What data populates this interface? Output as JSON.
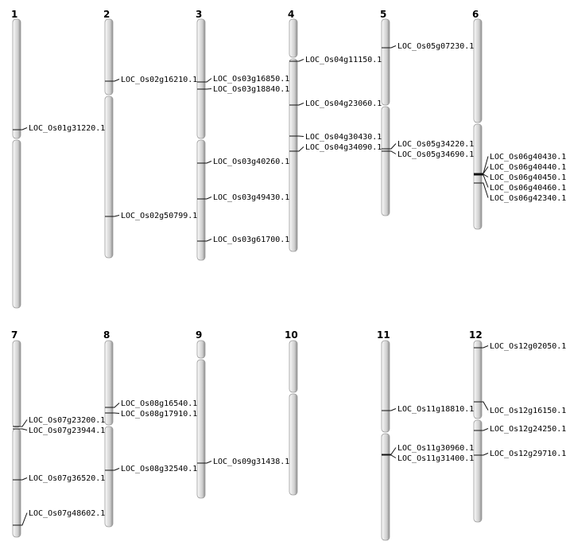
{
  "figure": {
    "title": "Rice chromosome gene location map",
    "chromosomes": [
      {
        "id": "1",
        "label": "1",
        "genes": [
          {
            "name": "LOC_Os01g31220.1"
          }
        ]
      },
      {
        "id": "2",
        "label": "2",
        "genes": [
          {
            "name": "LOC_Os02g16210.1"
          },
          {
            "name": "LOC_Os02g50799.1"
          }
        ]
      },
      {
        "id": "3",
        "label": "3",
        "genes": [
          {
            "name": "LOC_Os03g16850.1"
          },
          {
            "name": "LOC_Os03g18840.1"
          },
          {
            "name": "LOC_Os03g40260.1"
          },
          {
            "name": "LOC_Os03g49430.1"
          },
          {
            "name": "LOC_Os03g61700.1"
          }
        ]
      },
      {
        "id": "4",
        "label": "4",
        "genes": [
          {
            "name": "LOC_Os04g11150.1"
          },
          {
            "name": "LOC_Os04g23060.1"
          },
          {
            "name": "LOC_Os04g30430.1"
          },
          {
            "name": "LOC_Os04g34090.1"
          }
        ]
      },
      {
        "id": "5",
        "label": "5",
        "genes": [
          {
            "name": "LOC_Os05g07230.1"
          },
          {
            "name": "LOC_Os05g34220.1"
          },
          {
            "name": "LOC_Os05g34690.1"
          }
        ]
      },
      {
        "id": "6",
        "label": "6",
        "genes": [
          {
            "name": "LOC_Os06g40430.1"
          },
          {
            "name": "LOC_Os06g40440.1"
          },
          {
            "name": "LOC_Os06g40450.1"
          },
          {
            "name": "LOC_Os06g40460.1"
          },
          {
            "name": "LOC_Os06g42340.1"
          }
        ]
      },
      {
        "id": "7",
        "label": "7",
        "genes": [
          {
            "name": "LOC_Os07g23200.1"
          },
          {
            "name": "LOC_Os07g23944.1"
          },
          {
            "name": "LOC_Os07g36520.1"
          },
          {
            "name": "LOC_Os07g48602.1"
          }
        ]
      },
      {
        "id": "8",
        "label": "8",
        "genes": [
          {
            "name": "LOC_Os08g16540.1"
          },
          {
            "name": "LOC_Os08g17910.1"
          },
          {
            "name": "LOC_Os08g32540.1"
          }
        ]
      },
      {
        "id": "9",
        "label": "9",
        "genes": [
          {
            "name": "LOC_Os09g31438.1"
          }
        ]
      },
      {
        "id": "10",
        "label": "10",
        "genes": []
      },
      {
        "id": "11",
        "label": "11",
        "genes": [
          {
            "name": "LOC_Os11g18810.1"
          },
          {
            "name": "LOC_Os11g30960.1"
          },
          {
            "name": "LOC_Os11g31400.1"
          }
        ]
      },
      {
        "id": "12",
        "label": "12",
        "genes": [
          {
            "name": "LOC_Os12g02050.1"
          },
          {
            "name": "LOC_Os12g16150.1"
          },
          {
            "name": "LOC_Os12g24250.1"
          },
          {
            "name": "LOC_Os12g29710.1"
          }
        ]
      }
    ]
  },
  "colors": {
    "chromosome_light": "#f2f2f2",
    "chromosome_mid": "#d2d2d2",
    "chromosome_dark": "#8a8a8a",
    "outline": "#9a9a9a",
    "tick": "#111111"
  }
}
